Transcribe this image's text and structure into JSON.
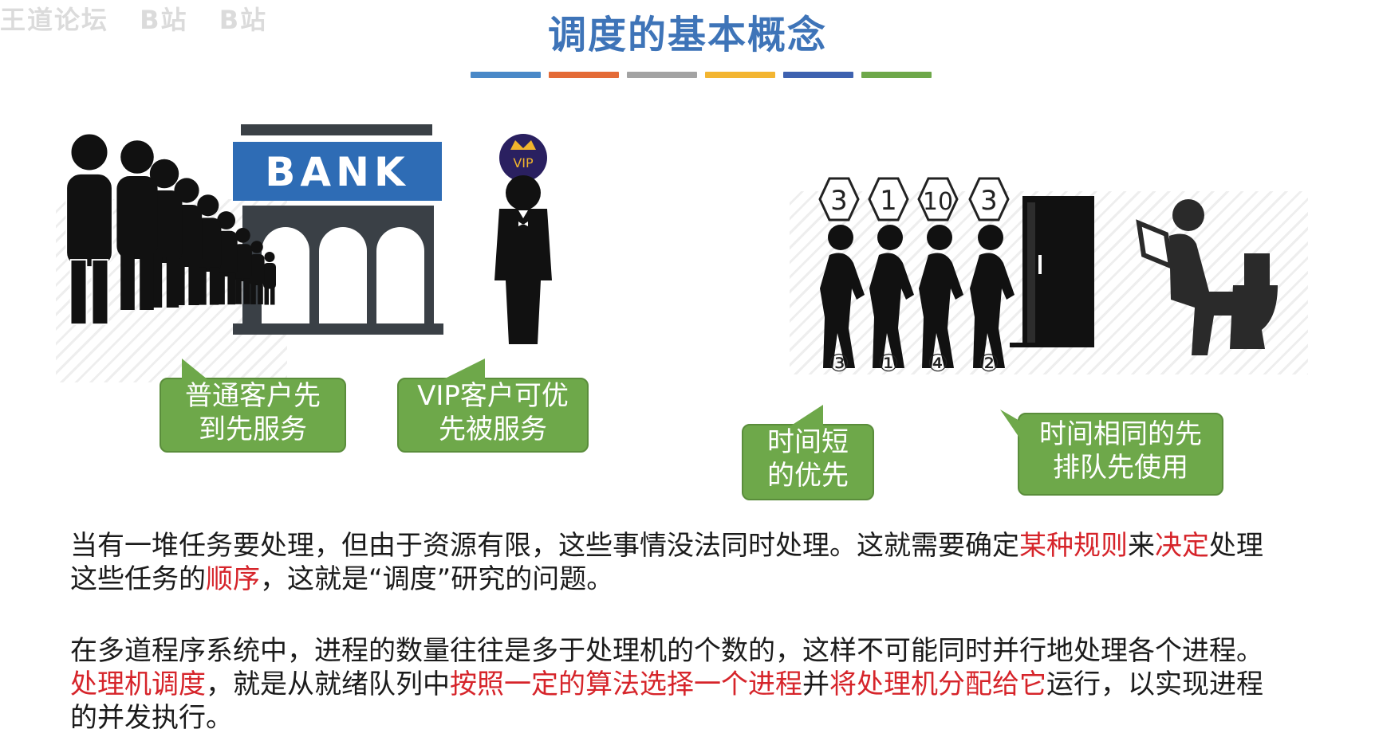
{
  "watermark": [
    "王道论坛",
    "B站",
    "B站"
  ],
  "title": "调度的基本概念",
  "color_bars": [
    "#4a89c8",
    "#e46b37",
    "#a3a3a3",
    "#f3b531",
    "#3e62b0",
    "#6ea84a"
  ],
  "bank": {
    "sign": "BANK",
    "vip_badge": "VIP",
    "bubble_normal": [
      "普通客户先",
      "到先服务"
    ],
    "bubble_vip": [
      "VIP客户可优",
      "先被服务"
    ]
  },
  "queue": {
    "hex_numbers": [
      "3",
      "1",
      "10",
      "3"
    ],
    "order_marks": [
      "③",
      "①",
      "④",
      "②"
    ],
    "bubble_short": [
      "时间短",
      "的优先"
    ],
    "bubble_same": [
      "时间相同的先",
      "排队先使用"
    ]
  },
  "paragraph1": {
    "line1_a": "当有一堆任务要处理，但由于资源有限，这些事情没法同时处理。这就需要确定",
    "line1_red1": "某种规则",
    "line1_b": "来",
    "line1_red2": "决定",
    "line1_c": "处理",
    "line2_a": "这些任务的",
    "line2_red": "顺序",
    "line2_b": "，这就是“调度”研究的问题。"
  },
  "paragraph2": {
    "line1": "在多道程序系统中，进程的数量往往是多于处理机的个数的，这样不可能同时并行地处理各个进程。",
    "line2_red1": "处理机调度",
    "line2_a": "，就是从就绪队列中",
    "line2_red2": "按照一定的算法选择一个进程",
    "line2_b": "并",
    "line2_red3": "将处理机分配给它",
    "line2_c": "运行，以实现进程",
    "line3": "的并发执行。"
  }
}
